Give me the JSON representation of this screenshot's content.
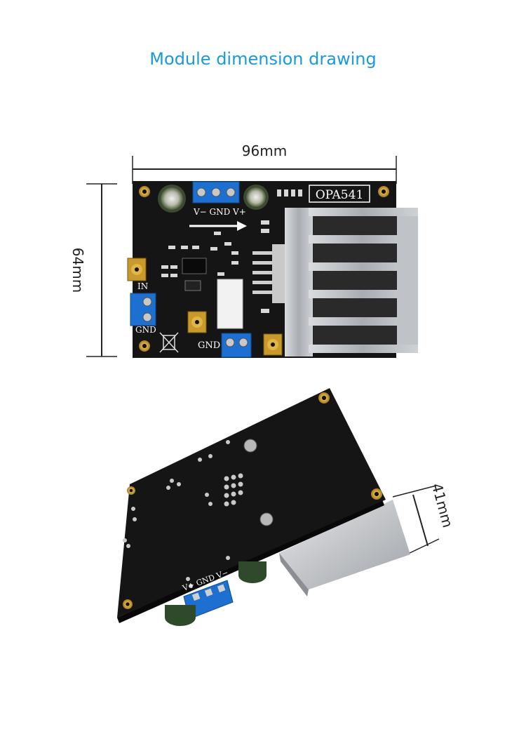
{
  "header": {
    "title": "Module dimension drawing"
  },
  "dimensions": {
    "width": "96mm",
    "height": "64mm",
    "depth": "41mm"
  },
  "board": {
    "chip_label": "OPA541",
    "label_power": "V− GND V+",
    "label_in": "IN",
    "label_gnd_left": "GND",
    "label_gnd_out": "GND"
  },
  "bottom_board": {
    "label_power": "V+ GND V−"
  },
  "colors": {
    "title": "#1a9ad9",
    "pcb": "#151515",
    "terminal": "#1d6fd0",
    "heatsink": "#b9bcc0"
  }
}
